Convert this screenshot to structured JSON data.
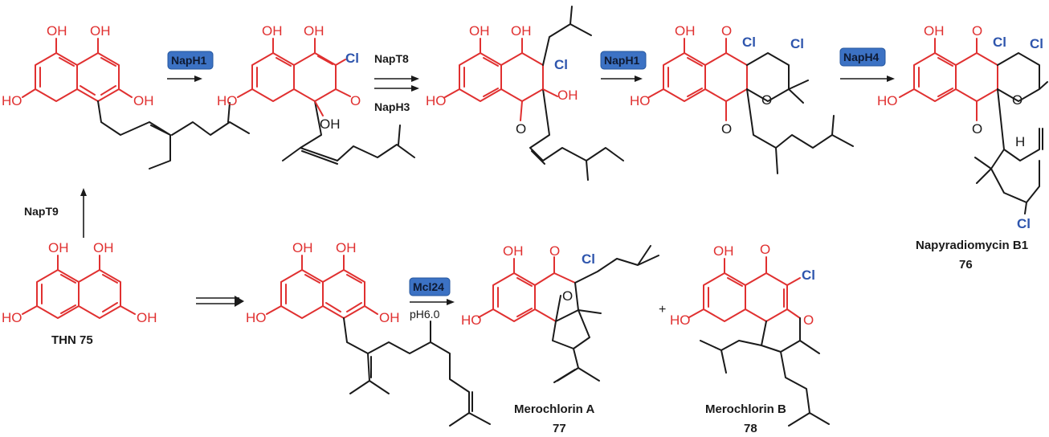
{
  "atoms": {
    "oh": "OH",
    "ho": "HO",
    "o": "O",
    "cl": "Cl",
    "h": "H"
  },
  "enzymes": {
    "naph1": "NapH1",
    "naph4": "NapH4",
    "mcl24": "Mcl24"
  },
  "reagents": {
    "napt8": "NapT8",
    "naph3": "NapH3",
    "napt9": "NapT9"
  },
  "conditions": {
    "ph": "pH6.0"
  },
  "plus": "+",
  "compounds": {
    "thn": "THN 75",
    "napyradiomycin_name": "Napyradiomycin B1",
    "napyradiomycin_num": "76",
    "merochlorin_a_name": "Merochlorin A",
    "merochlorin_a_num": "77",
    "merochlorin_b_name": "Merochlorin B",
    "merochlorin_b_num": "78"
  },
  "colors": {
    "core": "#e03030",
    "chain": "#1a1a1a",
    "chlorine": "#2e55ad",
    "enzyme_box": "#3c72c4"
  }
}
